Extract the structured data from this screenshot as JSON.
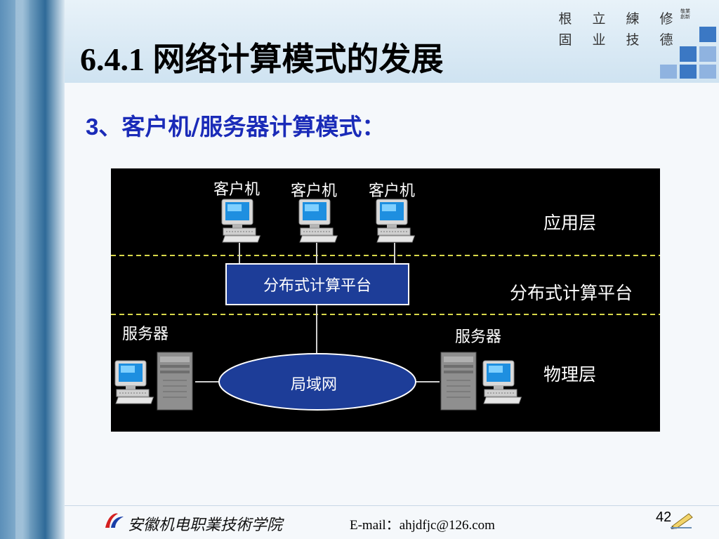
{
  "header": {
    "title": "6.4.1 网络计算模式的发展",
    "motto": [
      "根",
      "立",
      "練",
      "修",
      "固",
      "业",
      "技",
      "德"
    ],
    "motto_small": "敬業創新"
  },
  "subtitle": {
    "number": "3",
    "text": "、客户机/服务器计算模式："
  },
  "diagram": {
    "clients": [
      "客户机",
      "客户机",
      "客户机"
    ],
    "middleware_box": "分布式计算平台",
    "servers": [
      "服务器",
      "服务器"
    ],
    "lan": "局域网",
    "layers": [
      "应用层",
      "分布式计算平台",
      "物理层"
    ]
  },
  "footer": {
    "school": "安徽机电职業技術学院",
    "email": "E-mail：ahjdfjc@126.com",
    "page": "42"
  },
  "colors": {
    "title_text": "#000000",
    "subtitle_text": "#1a2bb8",
    "box_fill": "#1d3d98",
    "lan_fill": "#1d3d98",
    "dashed_line": "#d8d84a",
    "accent_blue": "#3b78c4"
  }
}
